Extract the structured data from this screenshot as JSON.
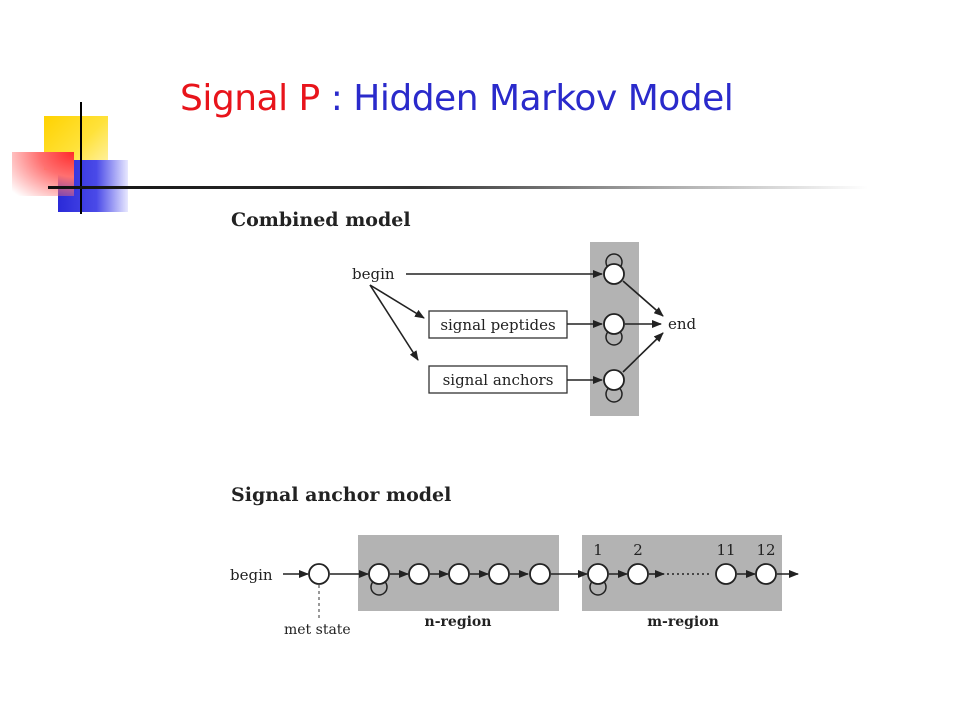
{
  "slide": {
    "title_part1": "Signal P",
    "title_separator": " : ",
    "title_part2": "Hidden Markov Model"
  },
  "combined_model": {
    "heading": "Combined model",
    "begin_label": "begin",
    "end_label": "end",
    "box1_label": "signal peptides",
    "box2_label": "signal anchors"
  },
  "anchor_model": {
    "heading": "Signal anchor model",
    "begin_label": "begin",
    "met_state_label": "met state",
    "n_region_label": "n-region",
    "m_region_label": "m-region",
    "numbers": [
      "1",
      "2",
      "11",
      "12"
    ]
  },
  "colors": {
    "title_red": "#e8141b",
    "title_blue": "#2a2acb",
    "region_gray": "#b3b3b3"
  }
}
